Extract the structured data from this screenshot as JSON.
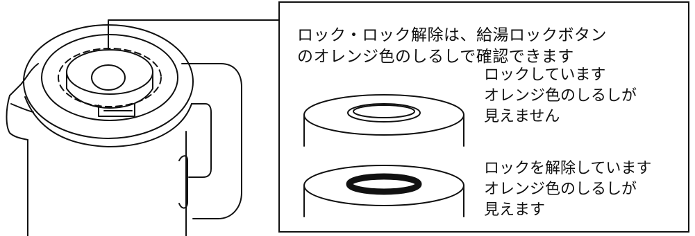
{
  "heading": {
    "line1": "ロック・ロック解除は、給湯ロックボタン",
    "line2": "のオレンジ色のしるしで確認できます"
  },
  "states": [
    {
      "id": "locked",
      "lines": [
        "ロックしています",
        "オレンジ色のしるしが",
        "見えません"
      ],
      "mark_visible": false
    },
    {
      "id": "unlocked",
      "lines": [
        "ロックを解除しています",
        "オレンジ色のしるしが",
        "見えます"
      ],
      "mark_visible": true
    }
  ],
  "colors": {
    "line": "#111111",
    "background": "#ffffff",
    "mark": "#111111"
  }
}
